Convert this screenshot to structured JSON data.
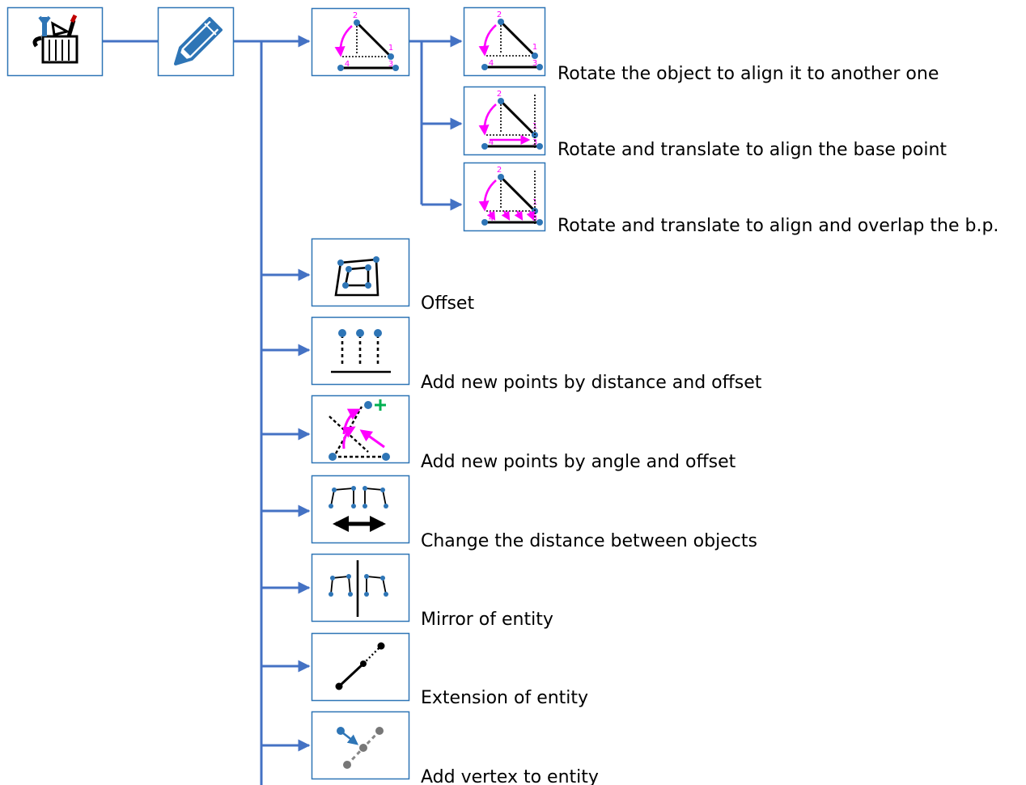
{
  "colors": {
    "connector": "#4472c4",
    "button_border": "#2e75b6",
    "button_fill": "#ffffff",
    "point": "#2e75b6",
    "magenta": "#ff00ff",
    "green": "#00b050"
  },
  "toolbox": {
    "icon": "toolbox-icon"
  },
  "edit": {
    "icon": "pencil-icon"
  },
  "rotate_align": {
    "icon": "rotate-align-icon",
    "vertex_labels": [
      "1",
      "2",
      "3",
      "4"
    ]
  },
  "rotate_items": [
    {
      "icon": "rotate-align-icon",
      "label": "Rotate the object to align it to another one"
    },
    {
      "icon": "rotate-translate-icon",
      "label": "Rotate and translate to align the base point"
    },
    {
      "icon": "rotate-translate-overlap-icon",
      "label": "Rotate and translate to align and overlap the b.p."
    }
  ],
  "tools": [
    {
      "icon": "offset-icon",
      "label": "Offset"
    },
    {
      "icon": "points-distance-icon",
      "label": "Add new points by distance and offset"
    },
    {
      "icon": "points-angle-icon",
      "label": "Add new points by angle and offset"
    },
    {
      "icon": "distance-between-icon",
      "label": "Change the distance between objects"
    },
    {
      "icon": "mirror-icon",
      "label": "Mirror of entity"
    },
    {
      "icon": "extension-icon",
      "label": "Extension of entity"
    },
    {
      "icon": "add-vertex-icon",
      "label": "Add vertex to entity"
    }
  ]
}
